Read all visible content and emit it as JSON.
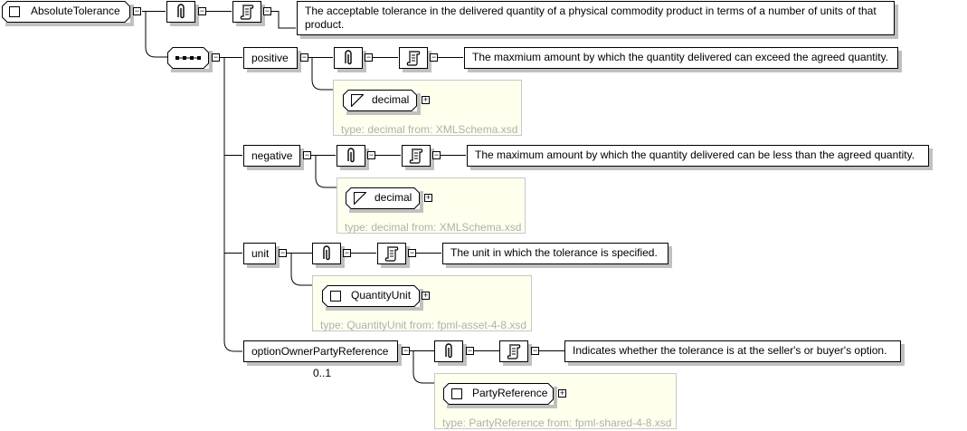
{
  "root": {
    "name": "AbsoluteTolerance",
    "icon": "complex-type-icon",
    "documentation": "The acceptable tolerance in the delivered quantity of a physical commodity product in terms of a number of units of that product.",
    "documentation_line1": "The acceptable tolerance in the delivered quantity of a physical commodity product in terms of a number of units of that",
    "documentation_line2": "product.",
    "compositor": "sequence"
  },
  "children": [
    {
      "name": "positive",
      "documentation": "The maxmium amount by which the quantity delivered can exceed the agreed quantity.",
      "type_name": "decimal",
      "type_icon": "simple-type-icon",
      "type_info": "type: decimal from: XMLSchema.xsd",
      "cardinality": ""
    },
    {
      "name": "negative",
      "documentation": "The maximum amount by which the quantity delivered can be less than the agreed quantity.",
      "type_name": "decimal",
      "type_icon": "simple-type-icon",
      "type_info": "type: decimal from: XMLSchema.xsd",
      "cardinality": ""
    },
    {
      "name": "unit",
      "documentation": "The unit in which the tolerance is specified.",
      "type_name": "QuantityUnit",
      "type_icon": "complex-type-icon",
      "type_info": "type: QuantityUnit from: fpml-asset-4-8.xsd",
      "cardinality": ""
    },
    {
      "name": "optionOwnerPartyReference",
      "documentation": "Indicates whether the tolerance is at the seller's or buyer's option.",
      "type_name": "PartyReference",
      "type_icon": "complex-type-icon",
      "type_info": "type: PartyReference from: fpml-shared-4-8.xsd",
      "cardinality": "0..1"
    }
  ],
  "toggles": {
    "collapse": "−",
    "expand": "+"
  }
}
